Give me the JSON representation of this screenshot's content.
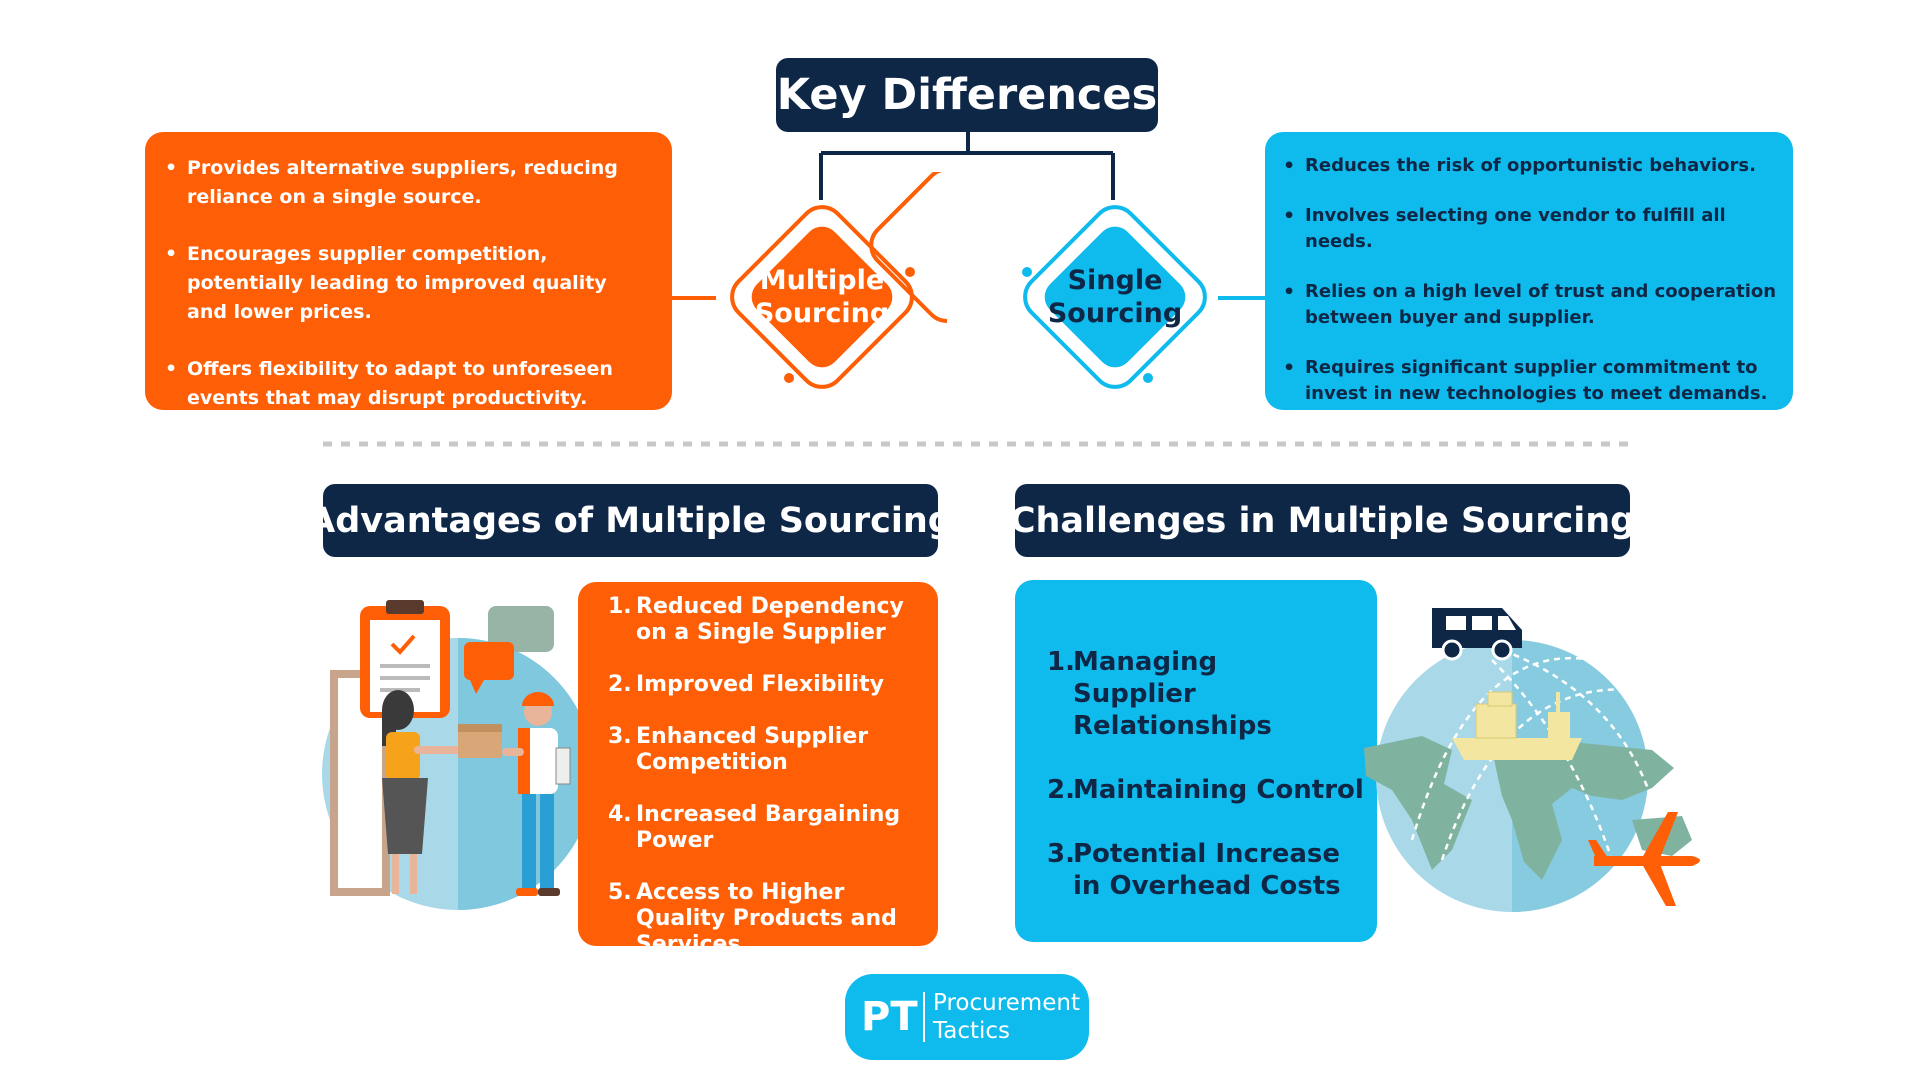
{
  "key_differences": {
    "title": "Key Differences",
    "multiple": {
      "label_line1": "Multiple",
      "label_line2": "Sourcing",
      "points": [
        "Provides alternative suppliers, reducing reliance on a single source.",
        "Encourages supplier competition, potentially leading to improved quality and lower prices.",
        "Offers flexibility to adapt to unforeseen events that may disrupt productivity."
      ]
    },
    "single": {
      "label_line1": "Single",
      "label_line2": "Sourcing",
      "points": [
        "Reduces the risk of opportunistic behaviors.",
        "Involves selecting one vendor to fulfill all needs.",
        "Relies on a high level of trust and cooperation between buyer and supplier.",
        "Requires significant supplier commitment to invest in new technologies to meet demands."
      ]
    }
  },
  "advantages": {
    "title": "Advantages of Multiple Sourcing",
    "items": [
      {
        "num": "1.",
        "text": "Reduced Dependency on a Single Supplier"
      },
      {
        "num": "2.",
        "text": "Improved Flexibility"
      },
      {
        "num": "3.",
        "text": "Enhanced Supplier Competition"
      },
      {
        "num": "4.",
        "text": "Increased Bargaining Power"
      },
      {
        "num": "5.",
        "text": "Access to Higher Quality Products and Services"
      }
    ]
  },
  "challenges": {
    "title": "Challenges in Multiple Sourcing",
    "items": [
      {
        "num": "1.",
        "text": "Managing Supplier Relationships"
      },
      {
        "num": "2.",
        "text": "Maintaining Control"
      },
      {
        "num": "3.",
        "text": "Potential Increase in Overhead Costs"
      }
    ]
  },
  "logo": {
    "initials": "PT",
    "line1": "Procurement",
    "line2": "Tactics"
  },
  "colors": {
    "navy": "#0f2747",
    "orange": "#fe5e05",
    "blue": "#0fbbed",
    "divider": "#c8c8c8"
  }
}
